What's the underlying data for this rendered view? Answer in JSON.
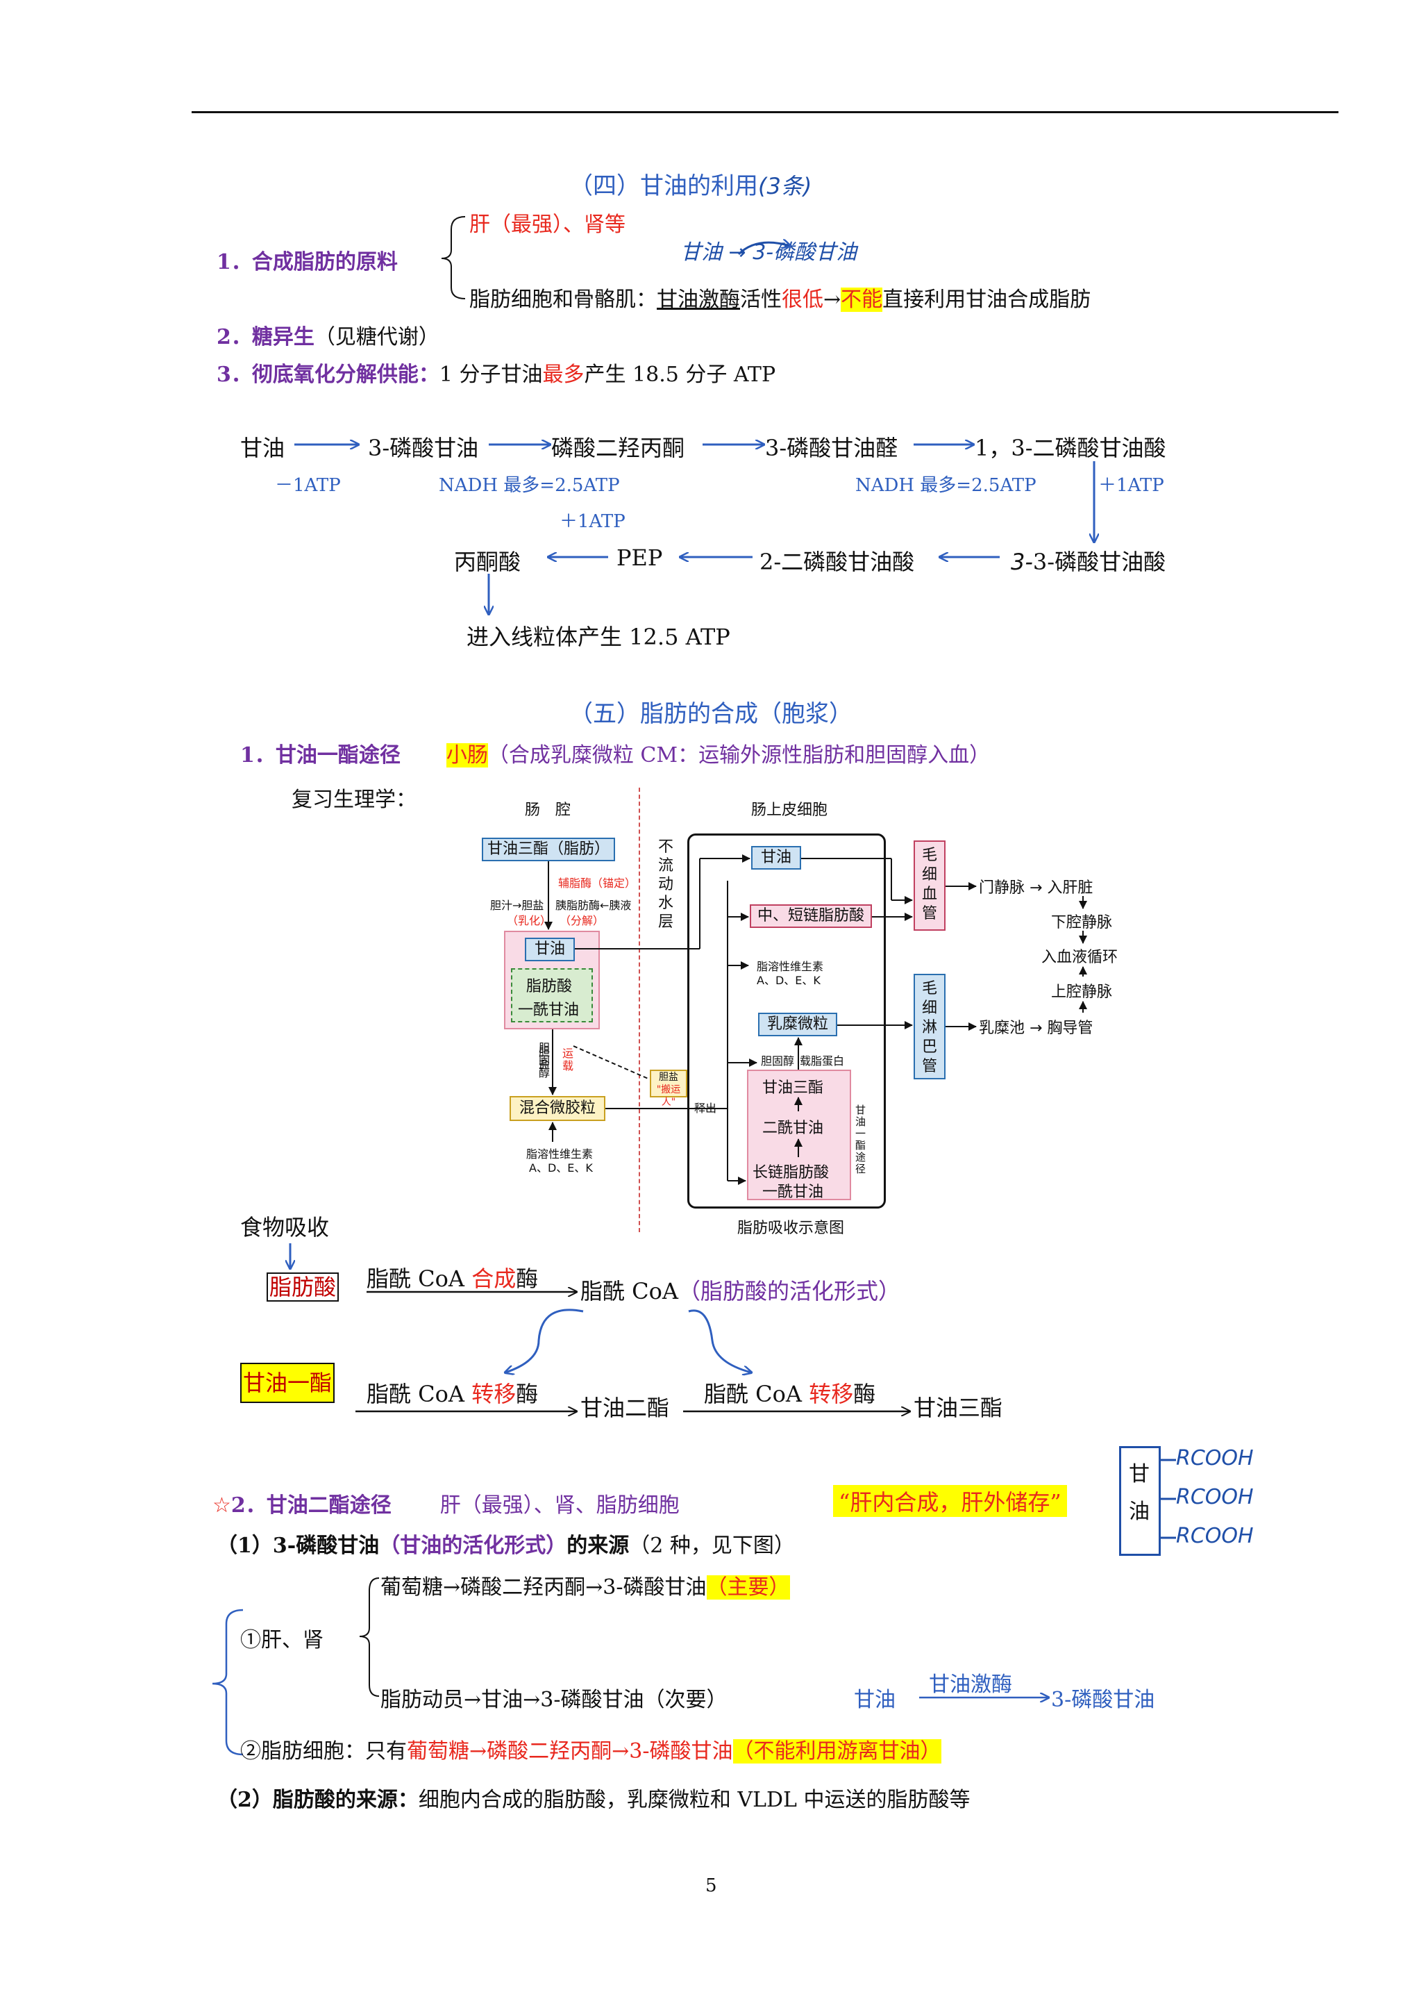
{
  "sec4": {
    "title": "（四）甘油的利用",
    "title_note": "(3条)",
    "item1_num": "1．合成脂肪的原料",
    "item1_a": "肝（最强）、肾等",
    "item1_hand": "甘油 → 3-磷酸甘油",
    "item1_b_pre": "脂肪细胞和骨骼肌：",
    "item1_b_enzyme": "甘油激酶",
    "item1_b_mid": "活性",
    "item1_b_low": "很低",
    "item1_b_arrow": "→",
    "item1_b_cannot": "不能",
    "item1_b_post": "直接利用甘油合成脂肪",
    "item2_num": "2．糖异生",
    "item2_note": "（见糖代谢）",
    "item3_num": "3．彻底氧化分解供能：",
    "item3_pre": "1 分子甘油",
    "item3_max": "最多",
    "item3_post": "产生 18.5 分子 ATP"
  },
  "pathway": {
    "n1": "甘油",
    "n2": "3-磷酸甘油",
    "n3": "磷酸二羟丙酮",
    "n4": "3-磷酸甘油醛",
    "n5": "1，3-二磷酸甘油酸",
    "n6": "3-磷酸甘油酸",
    "n7": "2-二磷酸甘油酸",
    "n8": "PEP",
    "n9": "丙酮酸",
    "n10": "进入线粒体产生 12.5 ATP",
    "e1": "－1ATP",
    "e2": "NADH 最多=2.5ATP",
    "e3": "NADH 最多=2.5ATP",
    "e4": "＋1ATP",
    "e5": "＋1ATP"
  },
  "sec5": {
    "title": "（五）脂肪的合成（胞浆）",
    "item1_num": "1．甘油一酯途径",
    "item1_site": "小肠",
    "item1_note": "（合成乳糜微粒 CM：运输外源性脂肪和胆固醇入血）",
    "review": "复习生理学：",
    "diagram": {
      "lumen": "肠　腔",
      "cell": "肠上皮细胞",
      "water": [
        "不",
        "流",
        "动",
        "水",
        "层"
      ],
      "tg": "甘油三酯（脂肪）",
      "coenzyme": "辅脂酶（锚定）",
      "bile": "胆汁→胆盐",
      "emul": "（乳化）",
      "lipase": "胰脂肪酶←胰液",
      "split": "（分解）",
      "glycerol": "甘油",
      "fa": "脂肪酸",
      "mg": "一酰甘油",
      "bilesalt": "胆盐",
      "chol": "胆固醇",
      "transport": "运载",
      "micelle": "混合微胶粒",
      "fatvit": "脂溶性维生素",
      "fatvit_list": "A、D、E、K",
      "bile_carrier": "胆盐",
      "reenter": "\"搬运人\"",
      "release": "释出",
      "c_glycerol": "甘油",
      "c_scfa": "中、短链脂肪酸",
      "c_fatvit": "脂溶性维生素",
      "c_fatvit_list": "A、D、E、K",
      "c_cm": "乳糜微粒",
      "c_chol": "胆固醇",
      "c_apo": "载脂蛋白",
      "c_tg": "甘油三酯",
      "c_dg": "二酰甘油",
      "c_lcfa": "长链脂肪酸",
      "c_mg": "一酰甘油",
      "c_path": [
        "甘",
        "油",
        "一",
        "酯",
        "途",
        "径"
      ],
      "cap": [
        "毛",
        "细",
        "血",
        "管"
      ],
      "lymph": [
        "毛",
        "细",
        "淋",
        "巴",
        "管"
      ],
      "portal": "门静脉 → 入肝脏",
      "ivc": "下腔静脉",
      "blood": "入血液循环",
      "svc": "上腔静脉",
      "cistern": "乳糜池 → 胸导管",
      "caption": "脂肪吸收示意图"
    },
    "food": "食物吸收",
    "fa_box": "脂肪酸",
    "acyl_enzyme_pre": "脂酰 CoA ",
    "acyl_enzyme_red": "合成",
    "acyl_enzyme_post": "酶",
    "acyl_coa": "脂酰 CoA",
    "acyl_coa_note": "（脂肪酸的活化形式）",
    "mg_box": "甘油一酯",
    "trans_pre": "脂酰 CoA ",
    "trans_red": "转移",
    "trans_post": "酶",
    "dg": "甘油二酯",
    "tg": "甘油三酯",
    "item2_star": "☆",
    "item2_num": "2．甘油二酯途径",
    "item2_site": "肝（最强）、肾、脂肪细胞",
    "item2_quote": "“肝内合成，肝外储存”",
    "tg_struct_head": [
      "甘",
      "油"
    ],
    "tg_struct": [
      "RCOOH",
      "RCOOH",
      "RCOOH"
    ],
    "sub1_head": "（1）3-磷酸甘油",
    "sub1_note": "（甘油的活化形式）",
    "sub1_tail": "的来源",
    "sub1_count": "（2 种，见下图）",
    "liver": "①肝、肾",
    "liver_a": "葡萄糖→磷酸二羟丙酮→3-磷酸甘油",
    "liver_a_note": "（主要）",
    "liver_b": "脂肪动员→甘油→3-磷酸甘油（次要）",
    "liver_b_r1": "甘油",
    "liver_b_enzyme": "甘油激酶",
    "liver_b_r2": "3-磷酸甘油",
    "adipo_pre": "②脂肪细胞：只有",
    "adipo_red": "葡萄糖→磷酸二羟丙酮→3-磷酸甘油",
    "adipo_note": "（不能利用游离甘油）",
    "sub2_head": "（2）脂肪酸的来源：",
    "sub2_text": "细胞内合成的脂肪酸，乳糜微粒和 VLDL 中运送的脂肪酸等"
  },
  "page_number": "5"
}
